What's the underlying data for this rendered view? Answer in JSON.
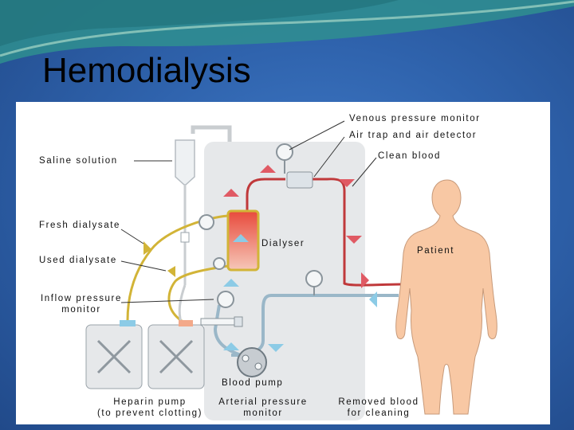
{
  "slide": {
    "title": "Hemodialysis"
  },
  "diagram": {
    "labels": {
      "venous_pressure_monitor": "Venous pressure monitor",
      "air_trap": "Air trap and air detector",
      "clean_blood": "Clean blood",
      "saline_solution": "Saline solution",
      "fresh_dialysate": "Fresh dialysate",
      "used_dialysate": "Used dialysate",
      "dialyser": "Dialyser",
      "patient": "Patient",
      "inflow_pressure_monitor_line1": "Inflow pressure",
      "inflow_pressure_monitor_line2": "monitor",
      "blood_pump": "Blood pump",
      "heparin_pump_line1": "Heparin pump",
      "heparin_pump_line2": "(to prevent clotting)",
      "arterial_pressure_monitor_line1": "Arterial pressure",
      "arterial_pressure_monitor_line2": "monitor",
      "removed_blood_line1": "Removed blood",
      "removed_blood_line2": "for cleaning"
    },
    "colors": {
      "arterial_line": "#c0393b",
      "venous_return_line": "#9ab7c8",
      "dialysate_line": "#d2b437",
      "machine_panel": "#e6e8ea",
      "patient_skin": "#f8c8a4",
      "arrow_red": "#e05a64",
      "arrow_blue": "#8ccbe6"
    }
  }
}
